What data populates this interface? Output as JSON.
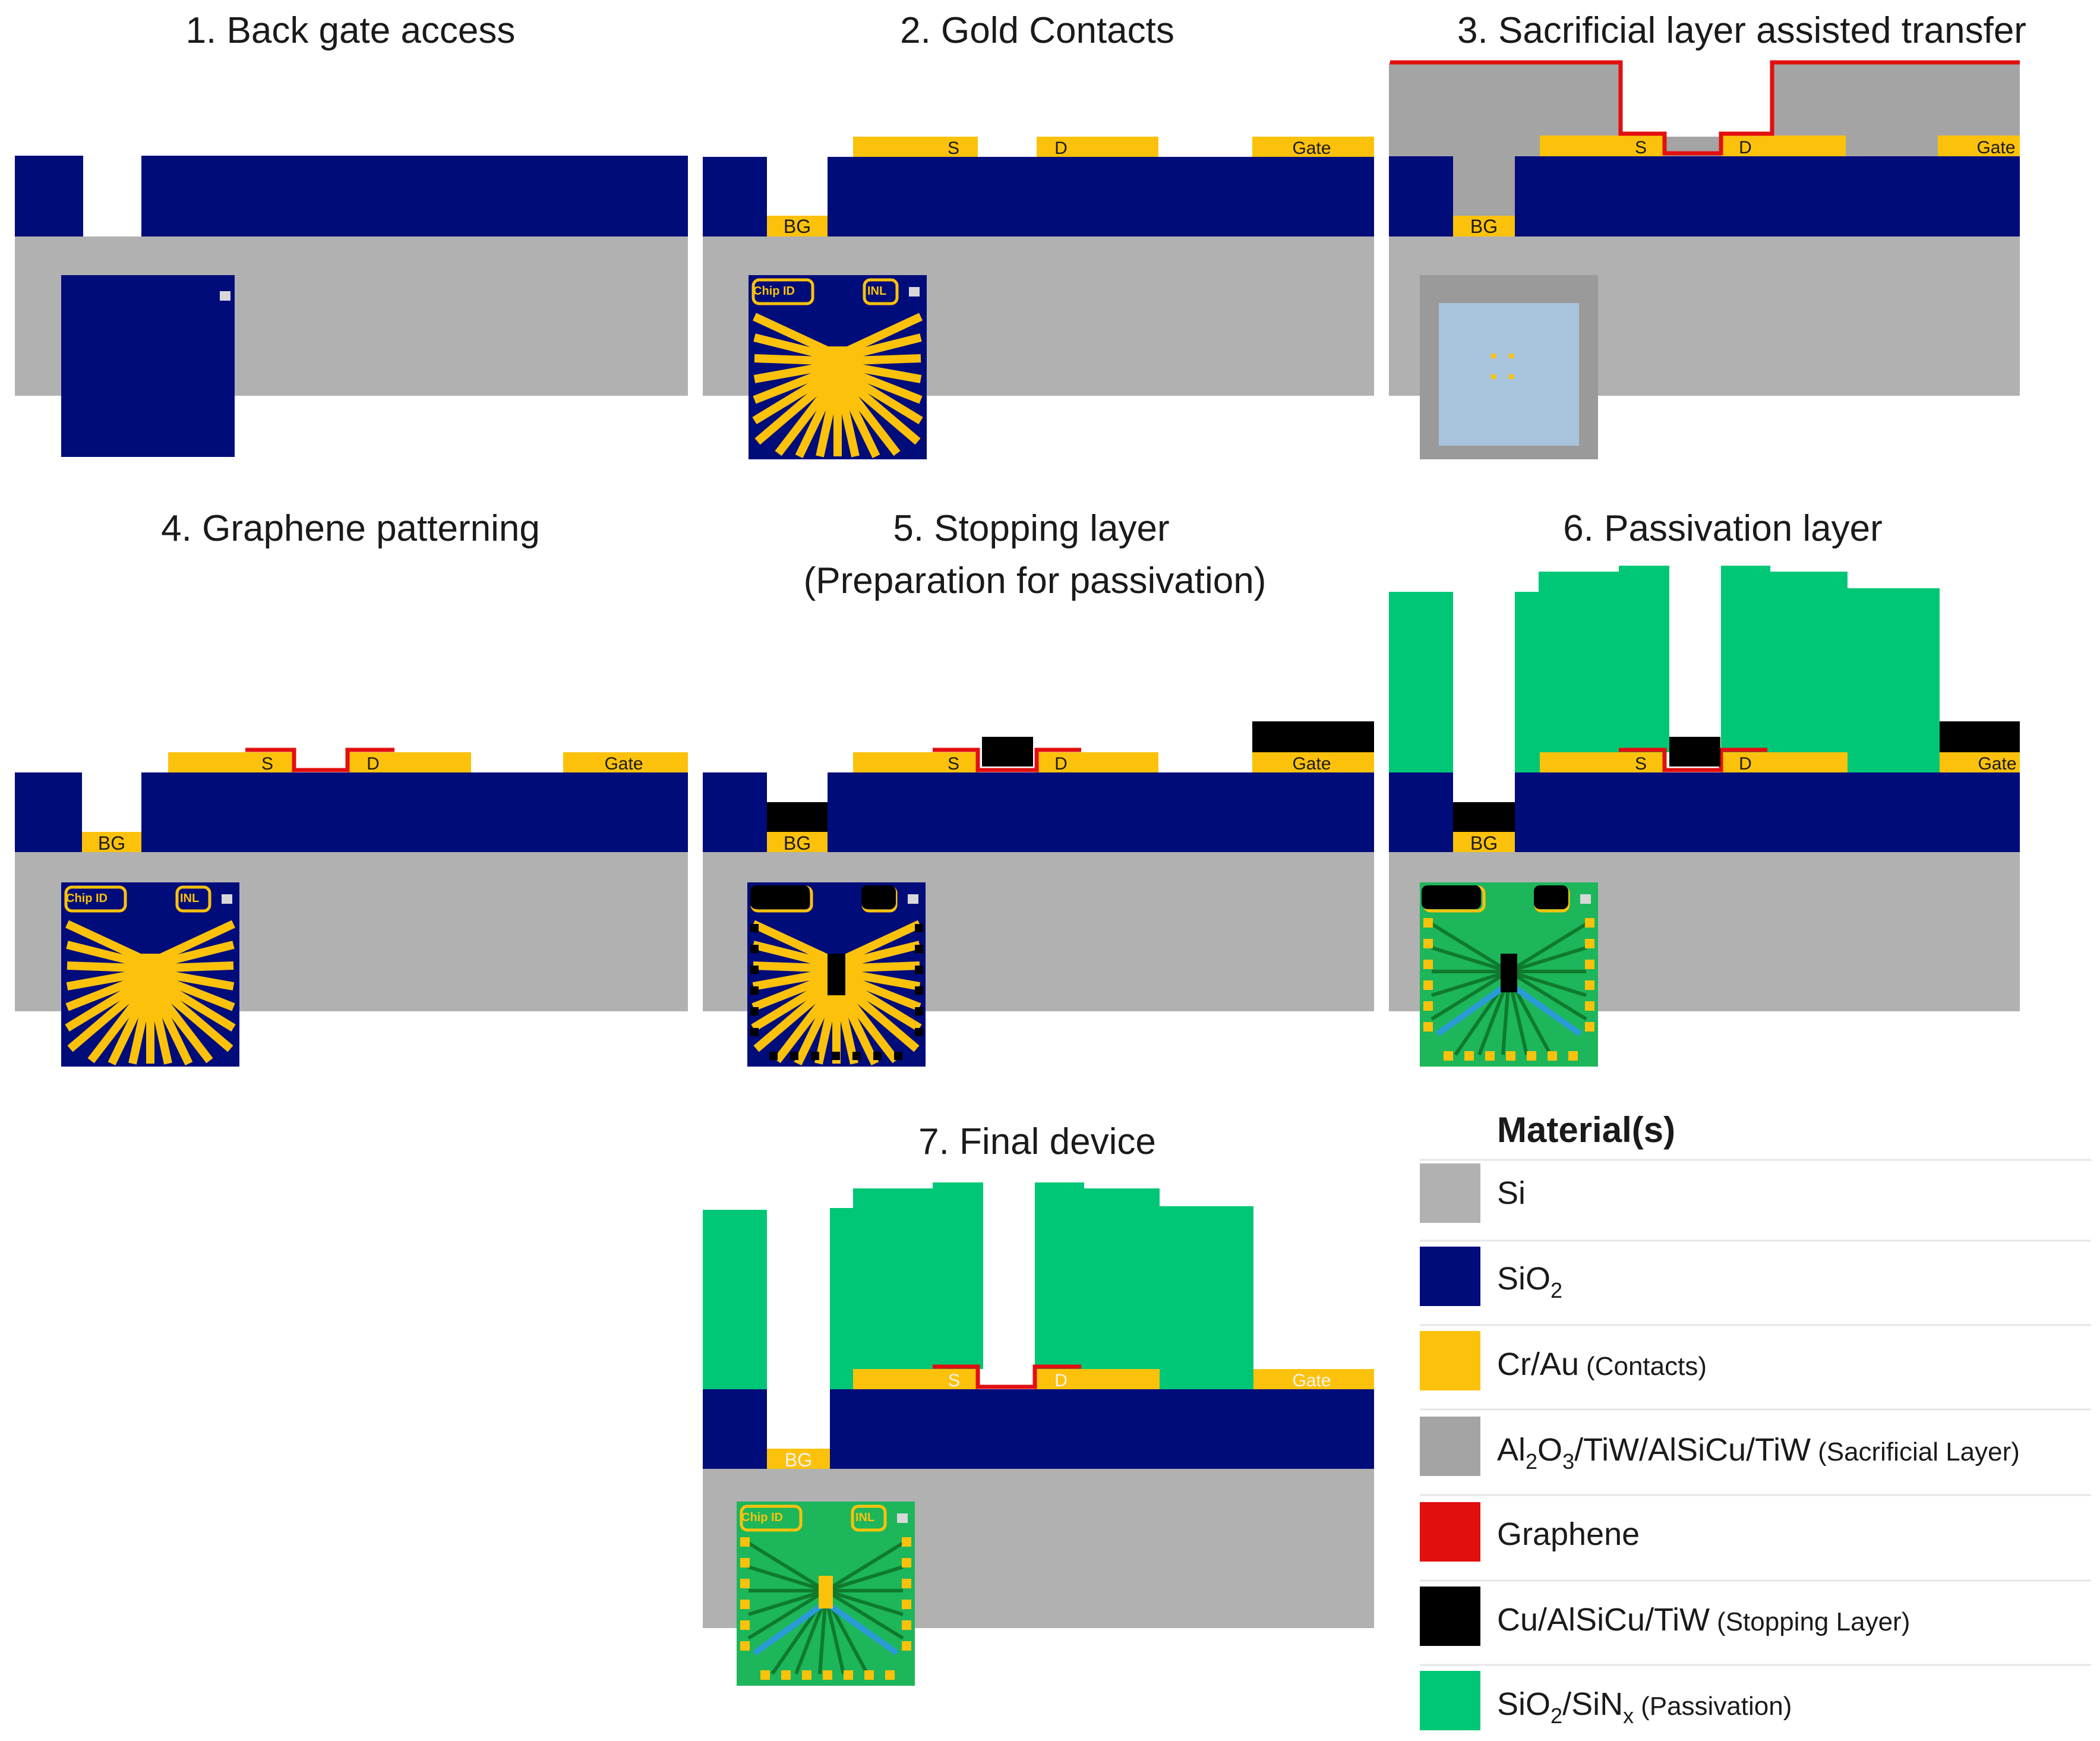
{
  "colors": {
    "si": "#b1b1b1",
    "sio2": "#000c7a",
    "gold": "#fcc20b",
    "sacrificial": "#a4a4a4",
    "graphene": "#e20f0f",
    "stopping": "#000000",
    "passivation": "#00c776",
    "text": "#1a1a1a",
    "gold_text": "#1a1a1a",
    "sacrificial_inset": "#a8c4dc"
  },
  "panels": [
    {
      "id": "p1",
      "title": "1. Back gate access"
    },
    {
      "id": "p2",
      "title": "2. Gold Contacts"
    },
    {
      "id": "p3",
      "title": "3. Sacrificial layer assisted transfer"
    },
    {
      "id": "p4",
      "title": "4. Graphene patterning"
    },
    {
      "id": "p5",
      "title_line1": "5. Stopping layer",
      "title_line2": "(Preparation for passivation)"
    },
    {
      "id": "p6",
      "title": "6. Passivation layer"
    },
    {
      "id": "p7",
      "title": "7. Final device"
    }
  ],
  "labels": {
    "source": "S",
    "drain": "D",
    "gate": "Gate",
    "back_gate": "BG",
    "chip_id": "Chip ID",
    "logo": "INL"
  },
  "legend": {
    "header": "Material(s)",
    "items": [
      {
        "key": "si",
        "name": "Si",
        "note": ""
      },
      {
        "key": "sio2",
        "name": "SiO",
        "sub": "2",
        "note": ""
      },
      {
        "key": "gold",
        "name": "Cr/Au",
        "note": "(Contacts)"
      },
      {
        "key": "sacrificial",
        "name_parts": [
          "Al",
          "2",
          "O",
          "3",
          "/TiW/AlSiCu/TiW"
        ],
        "note": "(Sacrificial Layer)"
      },
      {
        "key": "graphene",
        "name": "Graphene",
        "note": ""
      },
      {
        "key": "stopping",
        "name": "Cu/AlSiCu/TiW",
        "note": "(Stopping Layer)"
      },
      {
        "key": "passivation",
        "name_parts": [
          "SiO",
          "2",
          "/SiN",
          "x"
        ],
        "note": "(Passivation)"
      }
    ]
  }
}
